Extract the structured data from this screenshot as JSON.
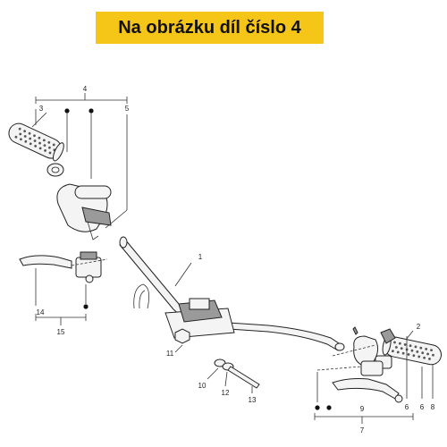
{
  "banner": {
    "text": "Na obrázku díl číslo 4",
    "color": "#f5c518"
  },
  "callouts": {
    "c1": "1",
    "c2": "2",
    "c3": "3",
    "c4": "4",
    "c5": "5",
    "c6a": "6",
    "c6b": "6",
    "c7": "7",
    "c8": "8",
    "c9": "9",
    "c10": "10",
    "c11": "11",
    "c12": "12",
    "c13": "13",
    "c14": "14",
    "c15": "15"
  }
}
